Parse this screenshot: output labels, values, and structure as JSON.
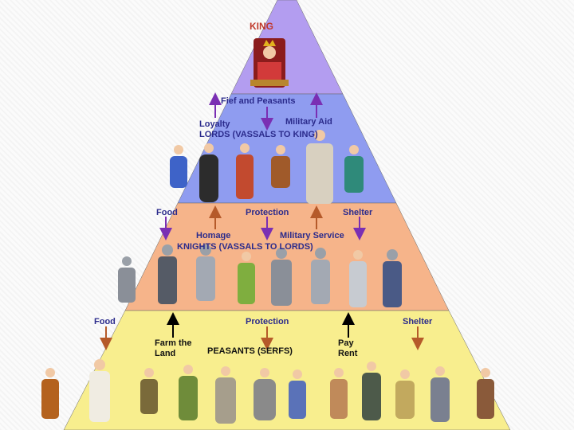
{
  "tiers": {
    "king": {
      "title": "KING"
    },
    "lords": {
      "title": "LORDS (VASSALS TO KING)",
      "from_king": "Fief and Peasants",
      "to_king_left": "Loyalty",
      "to_king_right": "Military Aid"
    },
    "knights": {
      "title": "KNIGHTS (VASSALS TO LORDS)",
      "from_lords_left": "Food",
      "from_lords_center": "Protection",
      "from_lords_right": "Shelter",
      "to_lords_left": "Homage",
      "to_lords_right": "Military Service"
    },
    "peasants": {
      "title": "PEASANTS (SERFS)",
      "from_knights_left": "Food",
      "from_knights_center": "Protection",
      "from_knights_right": "Shelter",
      "to_knights_left_line1": "Farm the",
      "to_knights_left_line2": "Land",
      "to_knights_right_line1": "Pay",
      "to_knights_right_line2": "Rent"
    }
  },
  "colors": {
    "king_band": "#b39df0",
    "lords_band": "#8f9cf0",
    "knights_band": "#f6b48a",
    "peasants_band": "#f8ee8e",
    "purple_arrow": "#7a2fb3",
    "brown_arrow": "#b55a2a",
    "black_arrow": "#000000"
  }
}
